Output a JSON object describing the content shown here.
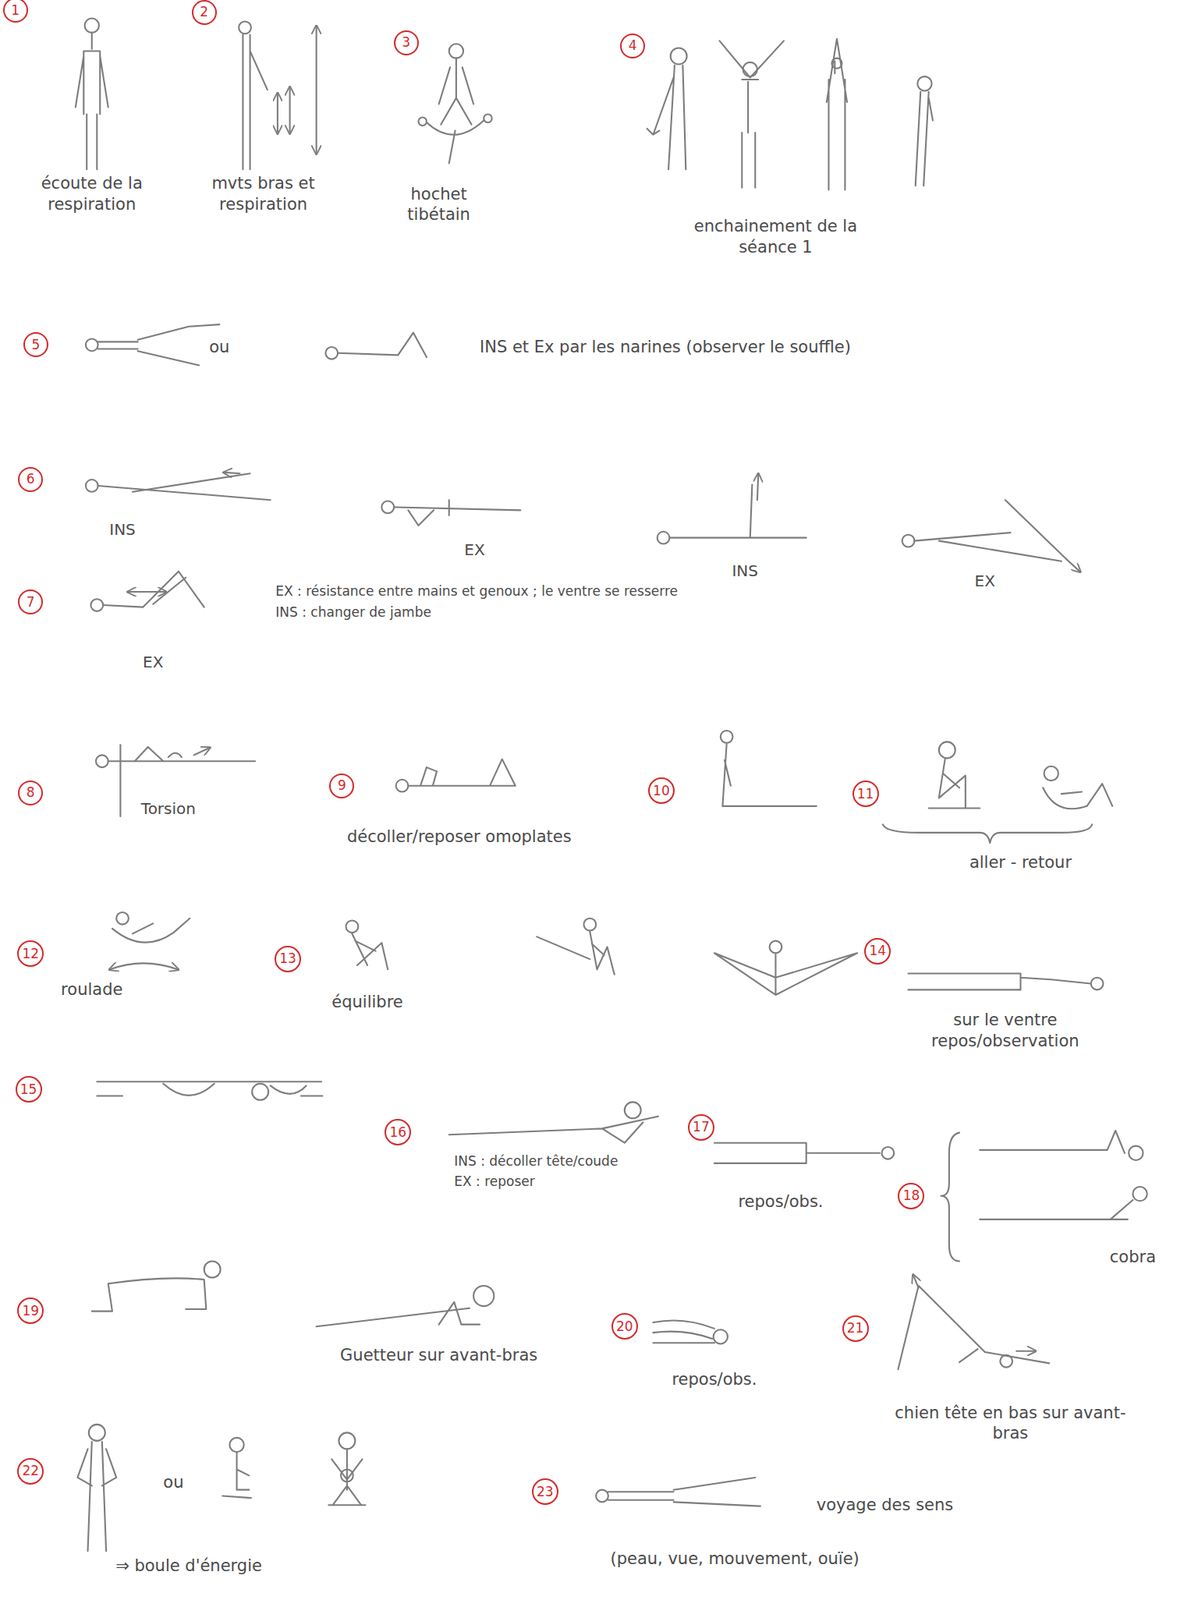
{
  "diagram": {
    "nodes": [
      {
        "text": [
          "1"
        ]
      },
      {
        "text": [
          "2"
        ]
      },
      {
        "text": [
          "3"
        ]
      },
      {
        "text": [
          "4"
        ]
      },
      {
        "text": [
          "5"
        ]
      },
      {
        "text": [
          "6"
        ]
      },
      {
        "text": [
          "7"
        ]
      },
      {
        "text": [
          "8"
        ]
      },
      {
        "text": [
          "9"
        ]
      },
      {
        "text": [
          "10"
        ]
      },
      {
        "text": [
          "11"
        ]
      },
      {
        "text": [
          "12"
        ]
      },
      {
        "text": [
          "13"
        ]
      },
      {
        "text": [
          "14"
        ]
      },
      {
        "text": [
          "15"
        ]
      },
      {
        "text": [
          "16"
        ]
      },
      {
        "text": [
          "17"
        ]
      },
      {
        "text": [
          "18"
        ]
      },
      {
        "text": [
          "19"
        ]
      },
      {
        "text": [
          "20"
        ]
      },
      {
        "text": [
          "21"
        ]
      },
      {
        "text": [
          "22"
        ]
      },
      {
        "text": [
          "23"
        ]
      }
    ],
    "labels": [
      "écoute de la respiration",
      "mvts bras et respiration",
      "hochet tibétain",
      "enchainement de la séance 1",
      "ou",
      "INS et Ex par les narines (observer le souffle)",
      "INS",
      "EX",
      "INS",
      "EX",
      "EX",
      "EX : résistance entre mains et genoux ; le ventre se resserre",
      "INS : changer de jambe",
      "Torsion",
      "décoller/reposer omoplates",
      "aller - retour",
      "roulade",
      "équilibre",
      "sur le ventre repos/observation",
      "INS : décoller tête/coude",
      "EX : reposer",
      "repos/obs.",
      "cobra",
      "Guetteur sur avant-bras",
      "repos/obs.",
      "chien tête en bas sur avant-bras",
      "ou",
      "⇒ boule d'énergie",
      "voyage des sens",
      "(peau, vue, mouvement, ouïe)"
    ]
  }
}
